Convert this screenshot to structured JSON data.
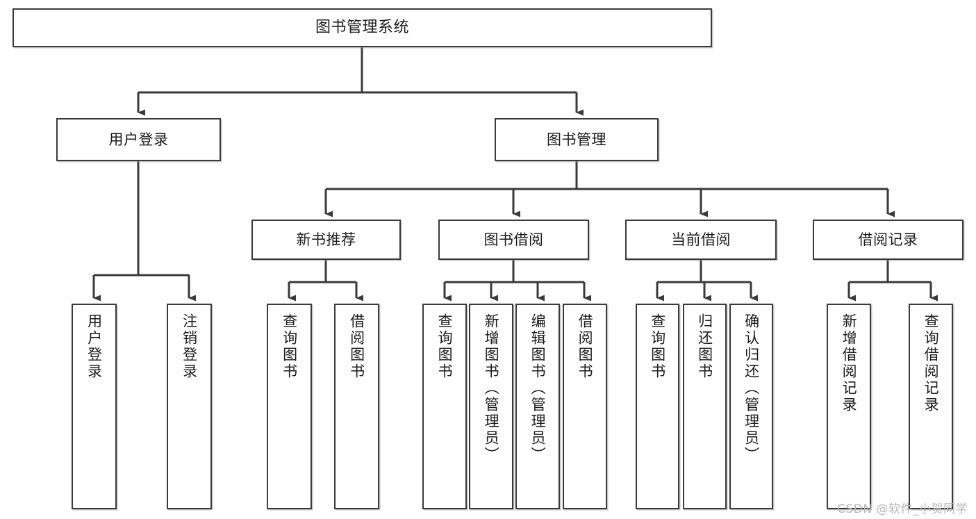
{
  "diagram": {
    "title": "图书管理系统",
    "type": "functional-structure-tree",
    "watermark": "CSDN @软件_小贺同学",
    "colors": {
      "box_border": "#3a3a3a",
      "box_fill": "#ffffff",
      "edge": "#3a3a3a",
      "text": "#1b1b1b",
      "watermark": "#b8b8b8",
      "background": "#ffffff"
    },
    "root": {
      "label": "图书管理系统"
    },
    "level2": [
      {
        "label": "用户登录"
      },
      {
        "label": "图书管理"
      }
    ],
    "level3": [
      {
        "label": "新书推荐"
      },
      {
        "label": "图书借阅"
      },
      {
        "label": "当前借阅"
      },
      {
        "label": "借阅记录"
      }
    ],
    "leaves": {
      "user_login": [
        {
          "label": "用户登录"
        },
        {
          "label": "注销登录"
        }
      ],
      "new_book_recommend": [
        {
          "label": "查询图书"
        },
        {
          "label": "借阅图书"
        }
      ],
      "book_borrow": [
        {
          "label": "查询图书"
        },
        {
          "label": "新增图书（管理员）"
        },
        {
          "label": "编辑图书（管理员）"
        },
        {
          "label": "借阅图书"
        }
      ],
      "current_borrow": [
        {
          "label": "查询图书"
        },
        {
          "label": "归还图书"
        },
        {
          "label": "确认归还（管理员）"
        }
      ],
      "borrow_record": [
        {
          "label": "新增借阅记录"
        },
        {
          "label": "查询借阅记录"
        }
      ]
    }
  }
}
